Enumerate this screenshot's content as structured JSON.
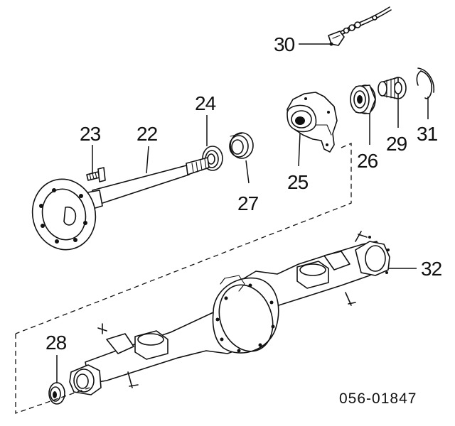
{
  "diagram": {
    "part_labels": {
      "p22": "22",
      "p23": "23",
      "p24": "24",
      "p25": "25",
      "p26": "26",
      "p27": "27",
      "p28": "28",
      "p29": "29",
      "p30": "30",
      "p31": "31",
      "p32": "32"
    },
    "catalog_code": "056-01847"
  }
}
